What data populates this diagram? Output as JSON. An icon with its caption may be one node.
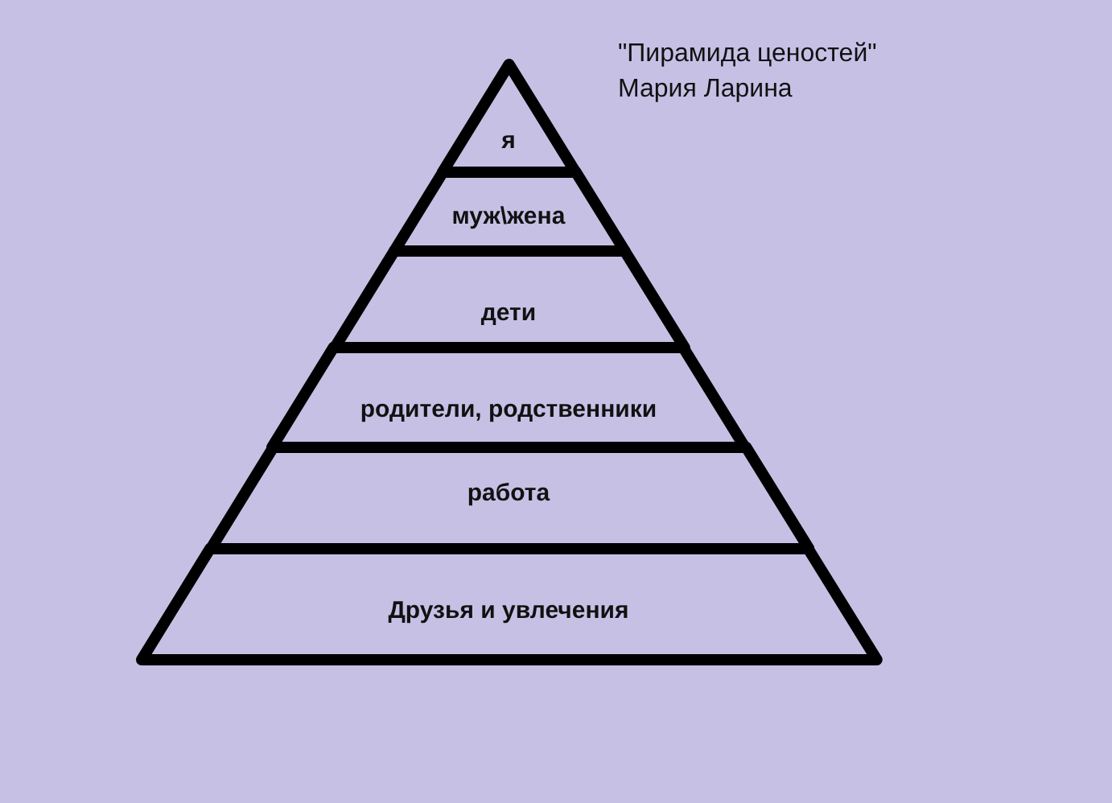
{
  "diagram": {
    "title": "\"Пирамида ценостей\"",
    "nodes": [
      {
        "text": [
          "я"
        ]
      },
      {
        "text": [
          "муж\\жена"
        ]
      },
      {
        "text": [
          "дети"
        ]
      },
      {
        "text": [
          "родители, родственники"
        ]
      },
      {
        "text": [
          "работа"
        ]
      },
      {
        "text": [
          "Друзья и увлечения"
        ]
      }
    ],
    "labels": [
      "Мария Ларина"
    ]
  }
}
